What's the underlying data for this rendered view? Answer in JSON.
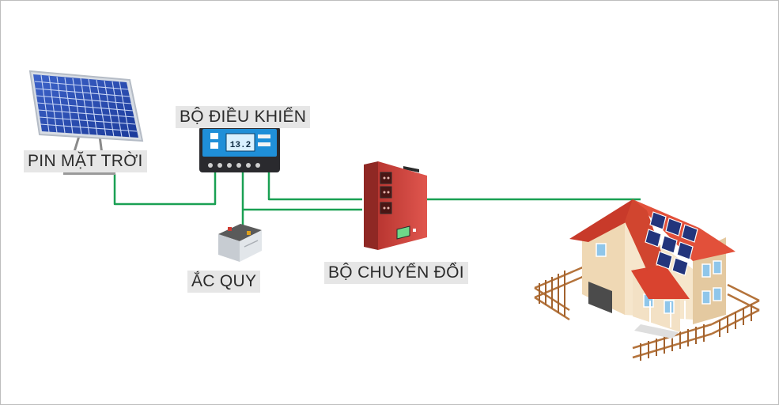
{
  "labels": {
    "solar_panel": "PIN MẶT TRỜI",
    "controller": "BỘ ĐIỀU KHIỂN",
    "battery": "ẮC QUY",
    "inverter": "BỘ CHUYỂN ĐỔI"
  },
  "controller_display": "13.2",
  "colors": {
    "wire": "#1aa053",
    "label_bg": "#e6e6e6",
    "inverter_body": "#d1453f",
    "roof": "#e2503a",
    "controller_screen": "#1f8fd8"
  }
}
